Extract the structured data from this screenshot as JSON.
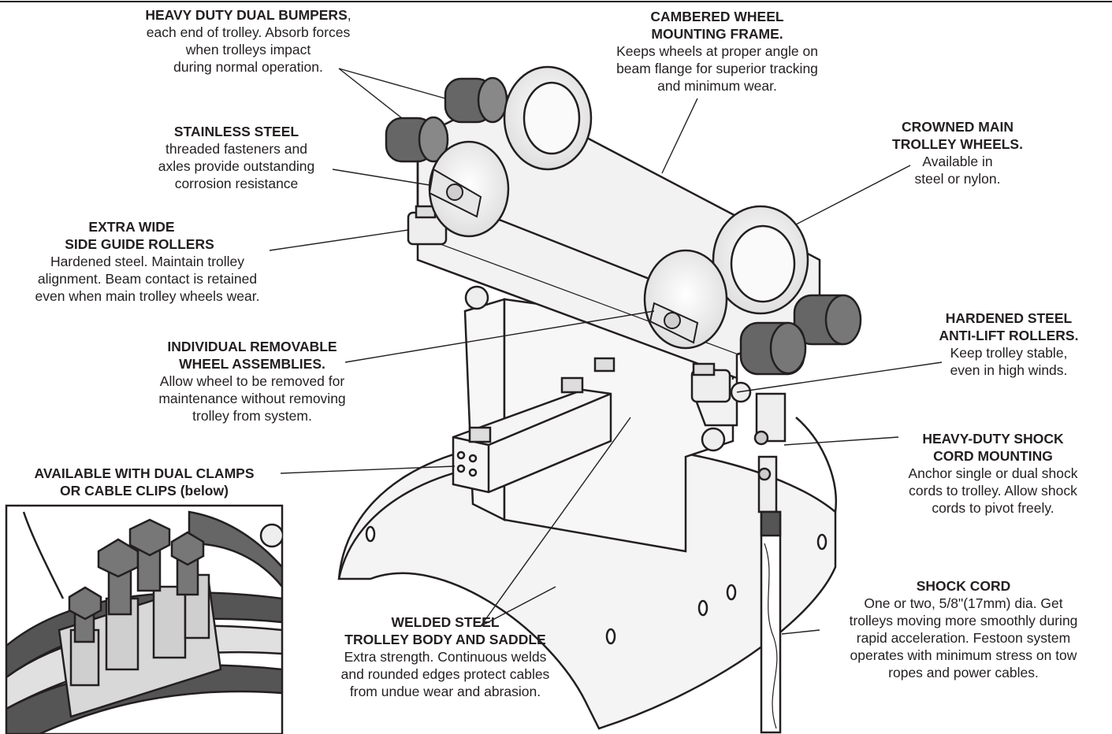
{
  "callouts": {
    "bumpers": {
      "heading": "HEAVY DUTY DUAL BUMPERS",
      "suffix": ",",
      "lines": [
        "each end of trolley. Absorb forces",
        "when trolleys impact",
        "during normal operation."
      ]
    },
    "frame": {
      "heading": [
        "CAMBERED WHEEL",
        "MOUNTING FRAME."
      ],
      "lines": [
        "Keeps wheels at proper angle on",
        "beam flange for superior tracking",
        "and minimum wear."
      ]
    },
    "stainless": {
      "heading": "STAINLESS STEEL",
      "lines": [
        "threaded fasteners and",
        "axles provide outstanding",
        "corrosion resistance"
      ]
    },
    "crowned": {
      "heading": [
        "CROWNED MAIN",
        "TROLLEY WHEELS."
      ],
      "lines": [
        "Available in",
        "steel or nylon."
      ]
    },
    "guide": {
      "heading": [
        "EXTRA WIDE",
        "SIDE GUIDE ROLLERS"
      ],
      "lines": [
        "Hardened steel.  Maintain trolley",
        "alignment.  Beam contact is retained",
        "even when main trolley wheels wear."
      ]
    },
    "antilift": {
      "heading": [
        "HARDENED STEEL",
        "ANTI-LIFT ROLLERS."
      ],
      "lines": [
        "Keep trolley stable,",
        "even in high winds."
      ]
    },
    "removable": {
      "heading": [
        "INDIVIDUAL REMOVABLE",
        "WHEEL ASSEMBLIES."
      ],
      "lines": [
        "Allow wheel to be removed for",
        "maintenance without removing",
        "trolley from system."
      ]
    },
    "mounting": {
      "heading": [
        "HEAVY-DUTY SHOCK",
        "CORD MOUNTING"
      ],
      "lines": [
        "Anchor single or dual shock",
        "cords to trolley.   Allow shock",
        "cords to pivot freely."
      ]
    },
    "clamps": {
      "heading": [
        "AVAILABLE WITH DUAL CLAMPS",
        "OR CABLE CLIPS (below)"
      ]
    },
    "shockcord": {
      "heading": "SHOCK CORD",
      "lines": [
        "One or two, 5/8\"(17mm) dia.  Get",
        "trolleys moving more smoothly during",
        "rapid acceleration.  Festoon system",
        "operates with minimum stress on tow",
        "ropes and power cables."
      ]
    },
    "body": {
      "heading": [
        "WELDED STEEL",
        "TROLLEY BODY AND SADDLE"
      ],
      "lines": [
        "Extra strength.  Continuous welds",
        "and rounded edges protect cables",
        "from undue wear and abrasion."
      ]
    }
  },
  "colors": {
    "ink": "#231f20",
    "bumper": "#666666",
    "metal": "#f2f2f2",
    "wheel": "#ededed"
  }
}
